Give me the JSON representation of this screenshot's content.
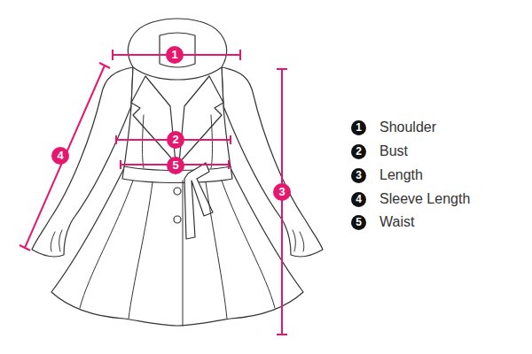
{
  "diagram": {
    "labels": [
      "1",
      "2",
      "5",
      "3",
      "4",
      "1",
      "2",
      "3",
      "4",
      "5"
    ],
    "legend": [
      {
        "text": "Shoulder"
      },
      {
        "text": "Bust"
      },
      {
        "text": "Length"
      },
      {
        "text": "Sleeve Length"
      },
      {
        "text": "Waist"
      }
    ]
  }
}
